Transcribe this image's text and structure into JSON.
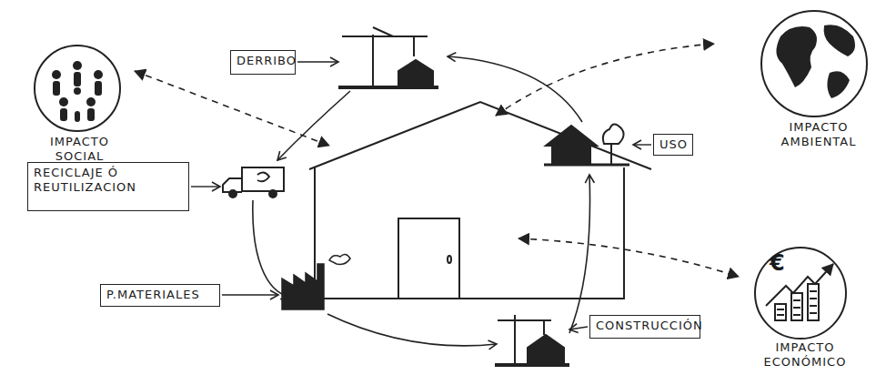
{
  "diagram": {
    "nodes": [
      {
        "text": [
          "IMPACTO SOCIAL"
        ]
      },
      {
        "text": [
          "DERRIBO"
        ]
      },
      {
        "text": [
          "IMPACTO AMBIENTAL"
        ]
      },
      {
        "text": [
          "RECICLAJE Ó REUTILIZACION"
        ]
      },
      {
        "text": [
          "USO"
        ]
      },
      {
        "text": [
          "P.MATERIALES"
        ]
      },
      {
        "text": [
          "€",
          "IMPACTO ECONÓMICO"
        ]
      },
      {
        "text": [
          "CONSTRUCCIÓN"
        ]
      }
    ]
  }
}
